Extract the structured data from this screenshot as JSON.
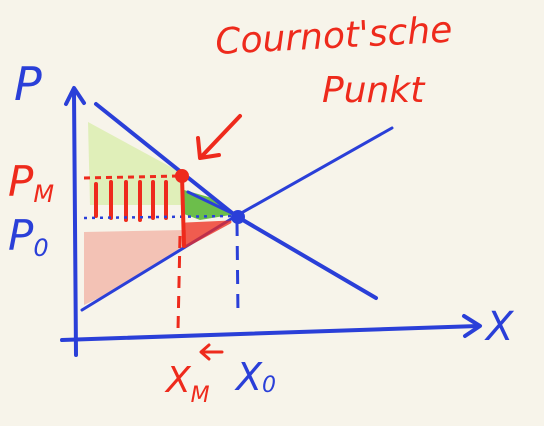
{
  "annotation": {
    "line1": "Cournot'sche",
    "line2": "Punkt"
  },
  "axes": {
    "y_label": "P",
    "x_label": "X"
  },
  "prices": {
    "p_m": "P",
    "p_m_sub": "M",
    "p_0": "P",
    "p_0_sub": "0"
  },
  "quantities": {
    "x_m": "X",
    "x_m_sub": "M",
    "x_0": "X",
    "x_0_sub": "0"
  },
  "colors": {
    "ink_blue": "#2a3fd8",
    "ink_red": "#ee2a1c",
    "fill_light_green": "#dcedb0",
    "fill_green": "#5cb83a",
    "fill_pink": "#f2b8ac",
    "background": "#f7f4ea"
  }
}
